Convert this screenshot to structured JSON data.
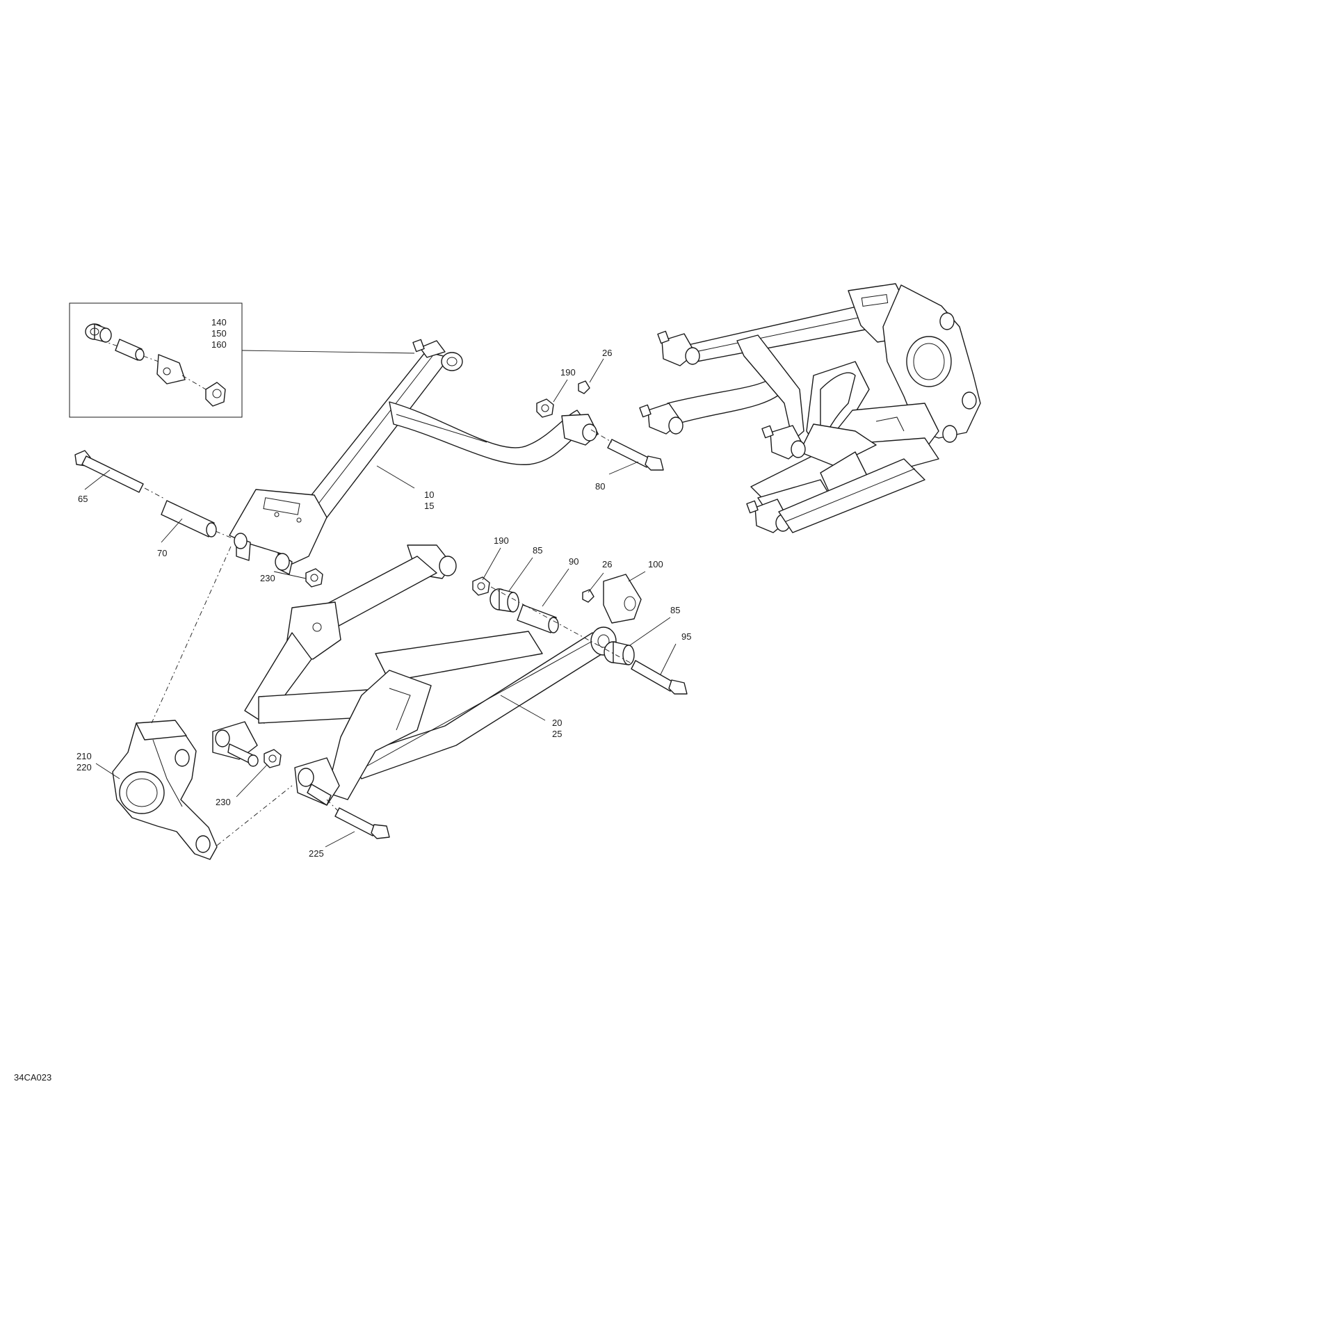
{
  "drawing": {
    "code": "34CA023",
    "callouts": {
      "c140": "140",
      "c150": "150",
      "c160": "160",
      "c190a": "190",
      "c26a": "26",
      "c10": "10",
      "c15": "15",
      "c80": "80",
      "c65": "65",
      "c70": "70",
      "c230a": "230",
      "c190b": "190",
      "c85a": "85",
      "c90": "90",
      "c26b": "26",
      "c100": "100",
      "c85b": "85",
      "c95": "95",
      "c20": "20",
      "c25": "25",
      "c210": "210",
      "c220": "220",
      "c230b": "230",
      "c225": "225"
    }
  }
}
